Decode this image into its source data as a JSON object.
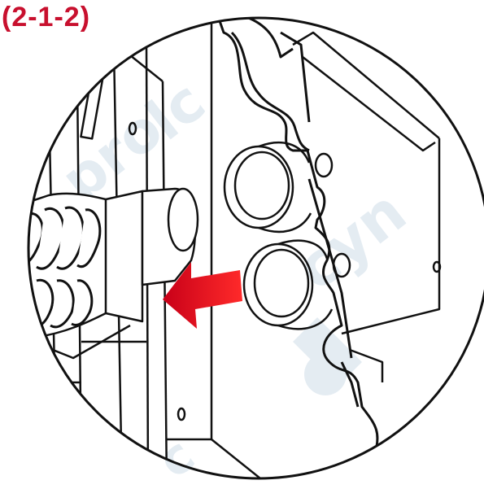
{
  "figure_label": "(2-1-2)",
  "arrow_color": "#e3001b",
  "label_color": "#c8102e",
  "watermark_color": "#cfdde9",
  "icons": [
    "heat-gun-nozzle",
    "holder-bracket",
    "arrow-left"
  ],
  "watermark": {
    "text_center": "lc",
    "text_left": "pro",
    "text_right": "cyn",
    "text_bottom": "c"
  }
}
